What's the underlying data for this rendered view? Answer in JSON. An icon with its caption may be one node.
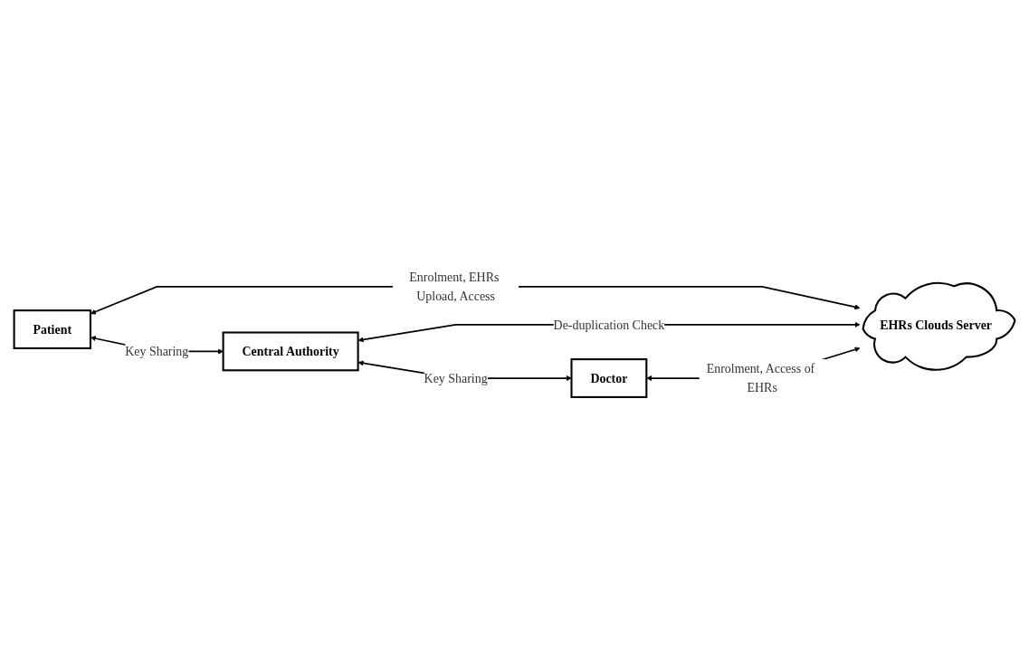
{
  "diagram": {
    "nodes": [
      {
        "text": [
          "Patient"
        ]
      },
      {
        "text": [
          "Central Authority"
        ]
      },
      {
        "text": [
          "EHRs Clouds Server"
        ]
      },
      {
        "text": [
          "Doctor"
        ]
      }
    ],
    "edges": [
      {
        "from": 0,
        "to": 2,
        "arrow": "both",
        "label": "Enrolment, EHRs Upload, Access"
      },
      {
        "from": 0,
        "to": 1,
        "arrow": "both",
        "label": "Key Sharing"
      },
      {
        "from": 1,
        "to": 2,
        "arrow": "both",
        "label": "De-duplication Check"
      },
      {
        "from": 1,
        "to": 3,
        "arrow": "both",
        "label": "Key Sharing"
      },
      {
        "from": 3,
        "to": 2,
        "arrow": "both",
        "label": "Enrolment, Access of EHRs"
      }
    ]
  }
}
